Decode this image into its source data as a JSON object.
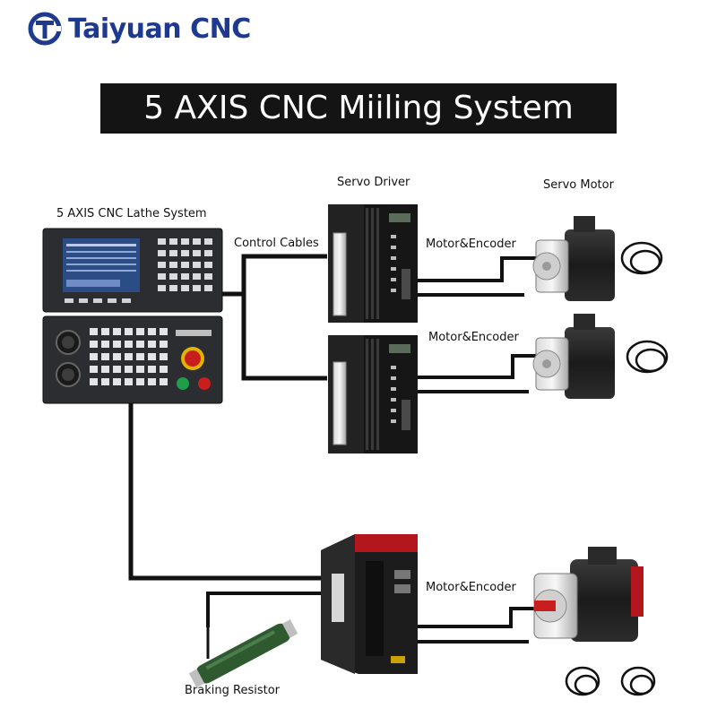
{
  "brand": {
    "name": "Taiyuan CNC",
    "accent": "#1e3a8f"
  },
  "title": "5 AXIS CNC Miiling System",
  "labels": {
    "controller": "5 AXIS CNC Lathe System",
    "servo_driver": "Servo Driver",
    "servo_motor": "Servo Motor",
    "control_cables": "Control Cables",
    "motor_encoder_1": "Motor&Encoder",
    "motor_encoder_2": "Motor&Encoder",
    "motor_encoder_3": "Motor&Encoder",
    "braking_resistor": "Braking Resistor"
  },
  "colors": {
    "title_bg": "#141414",
    "wire": "#111111",
    "driver_red": "#b3161c",
    "resistor_green": "#2f5a2f"
  }
}
